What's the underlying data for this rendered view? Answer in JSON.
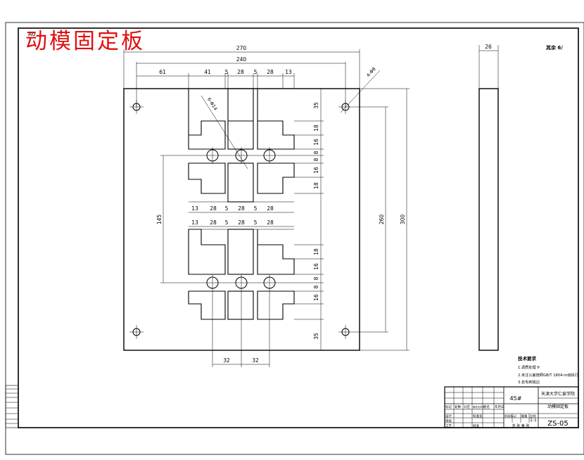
{
  "sheet": {
    "size_label": "A0",
    "title_stamp": "动模固定板",
    "roughness_label": "其余 6/"
  },
  "dimensions": {
    "overall_width": "270",
    "hole_span_x": "240",
    "left_offset": "61",
    "top_pocket": [
      "41",
      "5",
      "28",
      "5",
      "28",
      "13"
    ],
    "mid_pocket": [
      "13",
      "28",
      "5",
      "28",
      "5",
      "28"
    ],
    "lower_pocket": [
      "13",
      "28",
      "5",
      "28",
      "5",
      "28"
    ],
    "corner_hole": "4-Φ8",
    "pin_holes": "6-Φ14",
    "right_column": [
      "35",
      "18",
      "16",
      "8",
      "8",
      "16",
      "18"
    ],
    "lower_right_column": [
      "18",
      "16",
      "8",
      "8",
      "16",
      "35"
    ],
    "hole_span_y": "145",
    "inner_height": "260",
    "overall_height": "300",
    "bottom_spacing": [
      "32",
      "32"
    ],
    "side_thickness": "26"
  },
  "notes": {
    "heading": "技术要求",
    "lines": [
      "1.调质处理 fr",
      "2.未注公差按照GB/T 1804-m级执行",
      "3.去毛刺锐边"
    ]
  },
  "title_block": {
    "material": "45#",
    "school": "天津大学仁爱学院",
    "part_name": "动模固定板",
    "drawing_no": "ZS-05",
    "scale": "1:1",
    "sheet_count": "共 张 第 张",
    "headers": [
      "标记",
      "处数",
      "分区",
      "更改文件号",
      "签名",
      "年月日"
    ],
    "roles": [
      "设计",
      "审核",
      "工艺",
      "标准化",
      "批准"
    ],
    "stage_headers": [
      "阶段标记",
      "重量",
      "比例"
    ]
  }
}
